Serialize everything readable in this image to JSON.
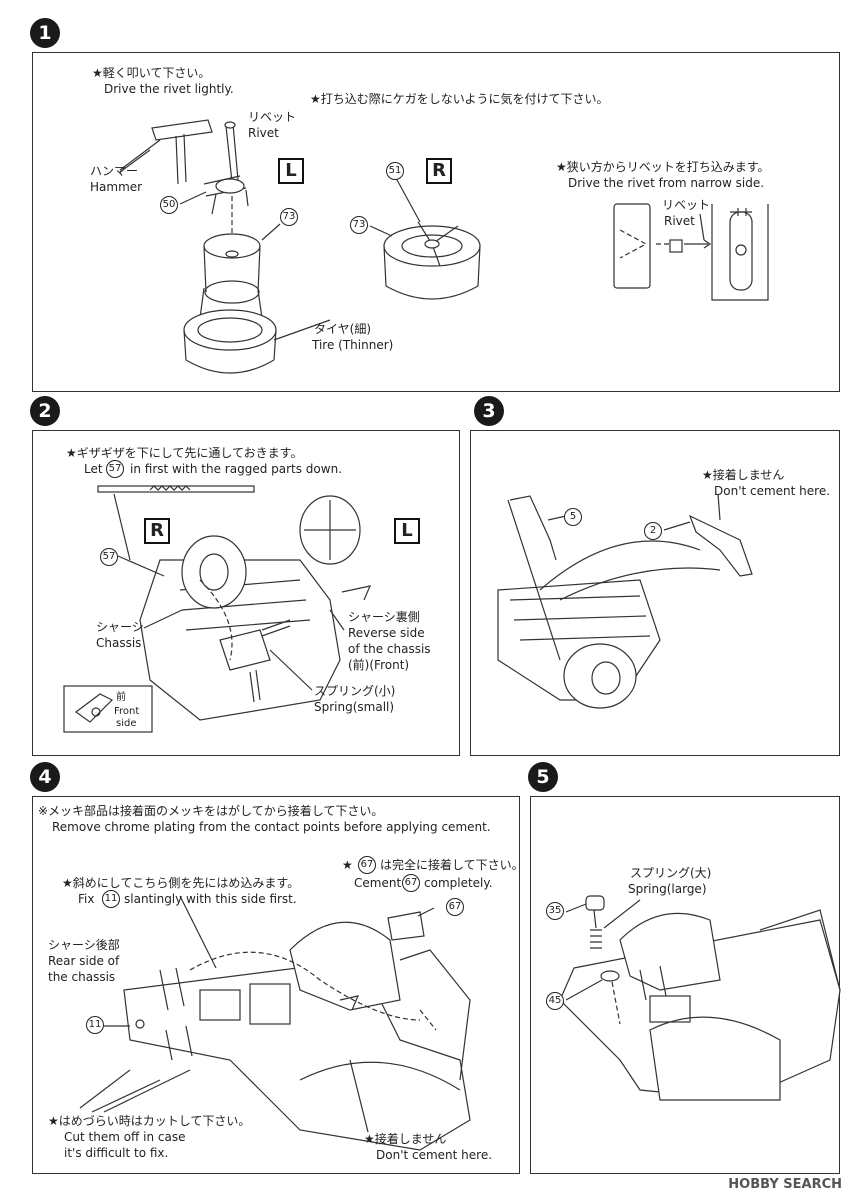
{
  "steps": [
    {
      "num": "1"
    },
    {
      "num": "2"
    },
    {
      "num": "3"
    },
    {
      "num": "4"
    },
    {
      "num": "5"
    }
  ],
  "s1": {
    "tap_jp": "★軽く叩いて下さい。",
    "tap_en": "Drive the rivet lightly.",
    "rivet_jp": "リベット",
    "rivet_en": "Rivet",
    "hammer_jp": "ハンマー",
    "hammer_en": "Hammer",
    "caution_jp": "★打ち込む際にケガをしないように気を付けて下さい。",
    "narrow_jp": "★狭い方からリベットを打ち込みます。",
    "narrow_en": "Drive the rivet from narrow side.",
    "rivet2_jp": "リベット",
    "rivet2_en": "Rivet",
    "tire_jp": "タイヤ(細)",
    "tire_en": "Tire (Thinner)",
    "L": "L",
    "R": "R",
    "p50": "50",
    "p73a": "73",
    "p51": "51",
    "p73b": "73"
  },
  "s2": {
    "ragged_jp": "★ギザギザを下にして先に通しておきます。",
    "ragged_en_a": "Let",
    "p57": "57",
    "ragged_en_b": "in first with the ragged parts down.",
    "R": "R",
    "L": "L",
    "p57b": "57",
    "chassis_jp": "シャーシ",
    "chassis_en": "Chassis",
    "rev_jp": "シャーシ裏側",
    "rev_en1": "Reverse side",
    "rev_en2": "of the chassis",
    "rev_en3": "(前)(Front)",
    "spring_jp": "スプリング(小)",
    "spring_en": "Spring(small)",
    "front_jp": "前",
    "front_en1": "Front",
    "front_en2": "side"
  },
  "s3": {
    "nocem_jp": "★接着しません",
    "nocem_en": "Don't cement here.",
    "p5": "5",
    "p2": "2"
  },
  "s4": {
    "chrome_jp": "※メッキ部品は接着面のメッキをはがしてから接着して下さい。",
    "chrome_en": "Remove chrome plating from the contact points before applying cement.",
    "c67_jp_a": "★",
    "p67a": "67",
    "c67_jp_b": "は完全に接着して下さい。",
    "c67_en_a": "Cement",
    "p67b": "67",
    "c67_en_b": "completely.",
    "fix_jp": "★斜めにしてこちら側を先にはめ込みます。",
    "fix_en_a": "Fix",
    "p11a": "11",
    "fix_en_b": "slantingly with this  side first.",
    "rear_jp": "シャーシ後部",
    "rear_en1": "Rear side of",
    "rear_en2": "the chassis",
    "p67c": "67",
    "p11b": "11",
    "cut_jp": "★はめづらい時はカットして下さい。",
    "cut_en1": "Cut them off in case",
    "cut_en2": "it's difficult to fix.",
    "nocem_jp": "★接着しません",
    "nocem_en": "Don't cement here."
  },
  "s5": {
    "spring_jp": "スプリング(大)",
    "spring_en": "Spring(large)",
    "p35": "35",
    "p45": "45"
  },
  "watermark": "HOBBY SEARCH"
}
